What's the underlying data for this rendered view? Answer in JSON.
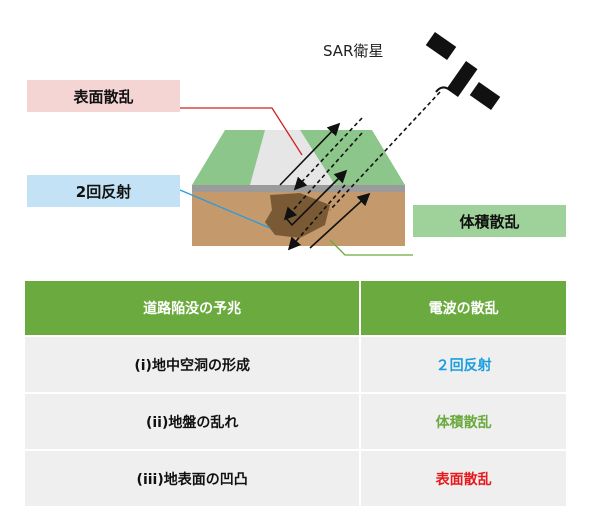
{
  "diagram": {
    "satellite_label": "SAR衛星",
    "labels": {
      "surface": "表面散乱",
      "double_bounce": "2回反射",
      "volume": "体積散乱"
    },
    "colors": {
      "surface": "#f4d5d3",
      "double_bounce": "#c4e2f6",
      "volume": "#9fd19a",
      "grass": "#8cc68a",
      "soil": "#c49a6c",
      "road": "#e4e4e4"
    }
  },
  "table": {
    "headers": [
      "道路陥没の予兆",
      "電波の散乱"
    ],
    "rows": [
      {
        "sign": "(i)地中空洞の形成",
        "scatter": "２回反射",
        "color": "#1a9ee0"
      },
      {
        "sign": "(ii)地盤の乱れ",
        "scatter": "体積散乱",
        "color": "#6aaa3e"
      },
      {
        "sign": "(iii)地表面の凹凸",
        "scatter": "表面散乱",
        "color": "#e8191c"
      }
    ]
  }
}
